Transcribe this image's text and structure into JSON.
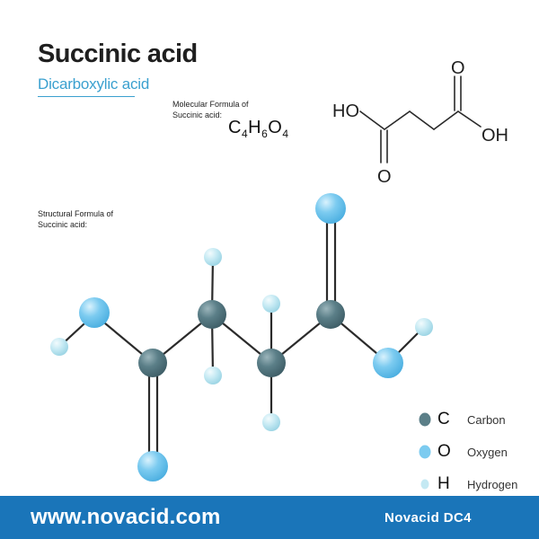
{
  "header": {
    "title": "Succinic acid",
    "subtitle": "Dicarboxylic acid"
  },
  "molecular_formula": {
    "label_line1": "Molecular Formula of",
    "label_line2": "Succinic acid:",
    "parts": [
      {
        "el": "C",
        "n": "4"
      },
      {
        "el": "H",
        "n": "6"
      },
      {
        "el": "O",
        "n": "4"
      }
    ]
  },
  "skeletal_formula": {
    "left_group": "HO",
    "right_group": "OH",
    "top_oxygen": "O",
    "bottom_oxygen": "O"
  },
  "structural_formula": {
    "label_line1": "Structural  Formula of",
    "label_line2": "Succinic acid:"
  },
  "legend": [
    {
      "symbol": "C",
      "name": "Carbon",
      "color": "#5b7f88"
    },
    {
      "symbol": "O",
      "name": "Oxygen",
      "color": "#7ccbf0"
    },
    {
      "symbol": "H",
      "name": "Hydrogen",
      "color": "#c4e9f3"
    }
  ],
  "colors": {
    "carbon": "#5b7f88",
    "oxygen": "#7ccbf0",
    "hydrogen": "#c4e9f3",
    "accent": "#3aa0cf",
    "footer": "#1a75b9"
  },
  "footer": {
    "url": "www.novacid.com",
    "brand": "Novacid DC4"
  }
}
